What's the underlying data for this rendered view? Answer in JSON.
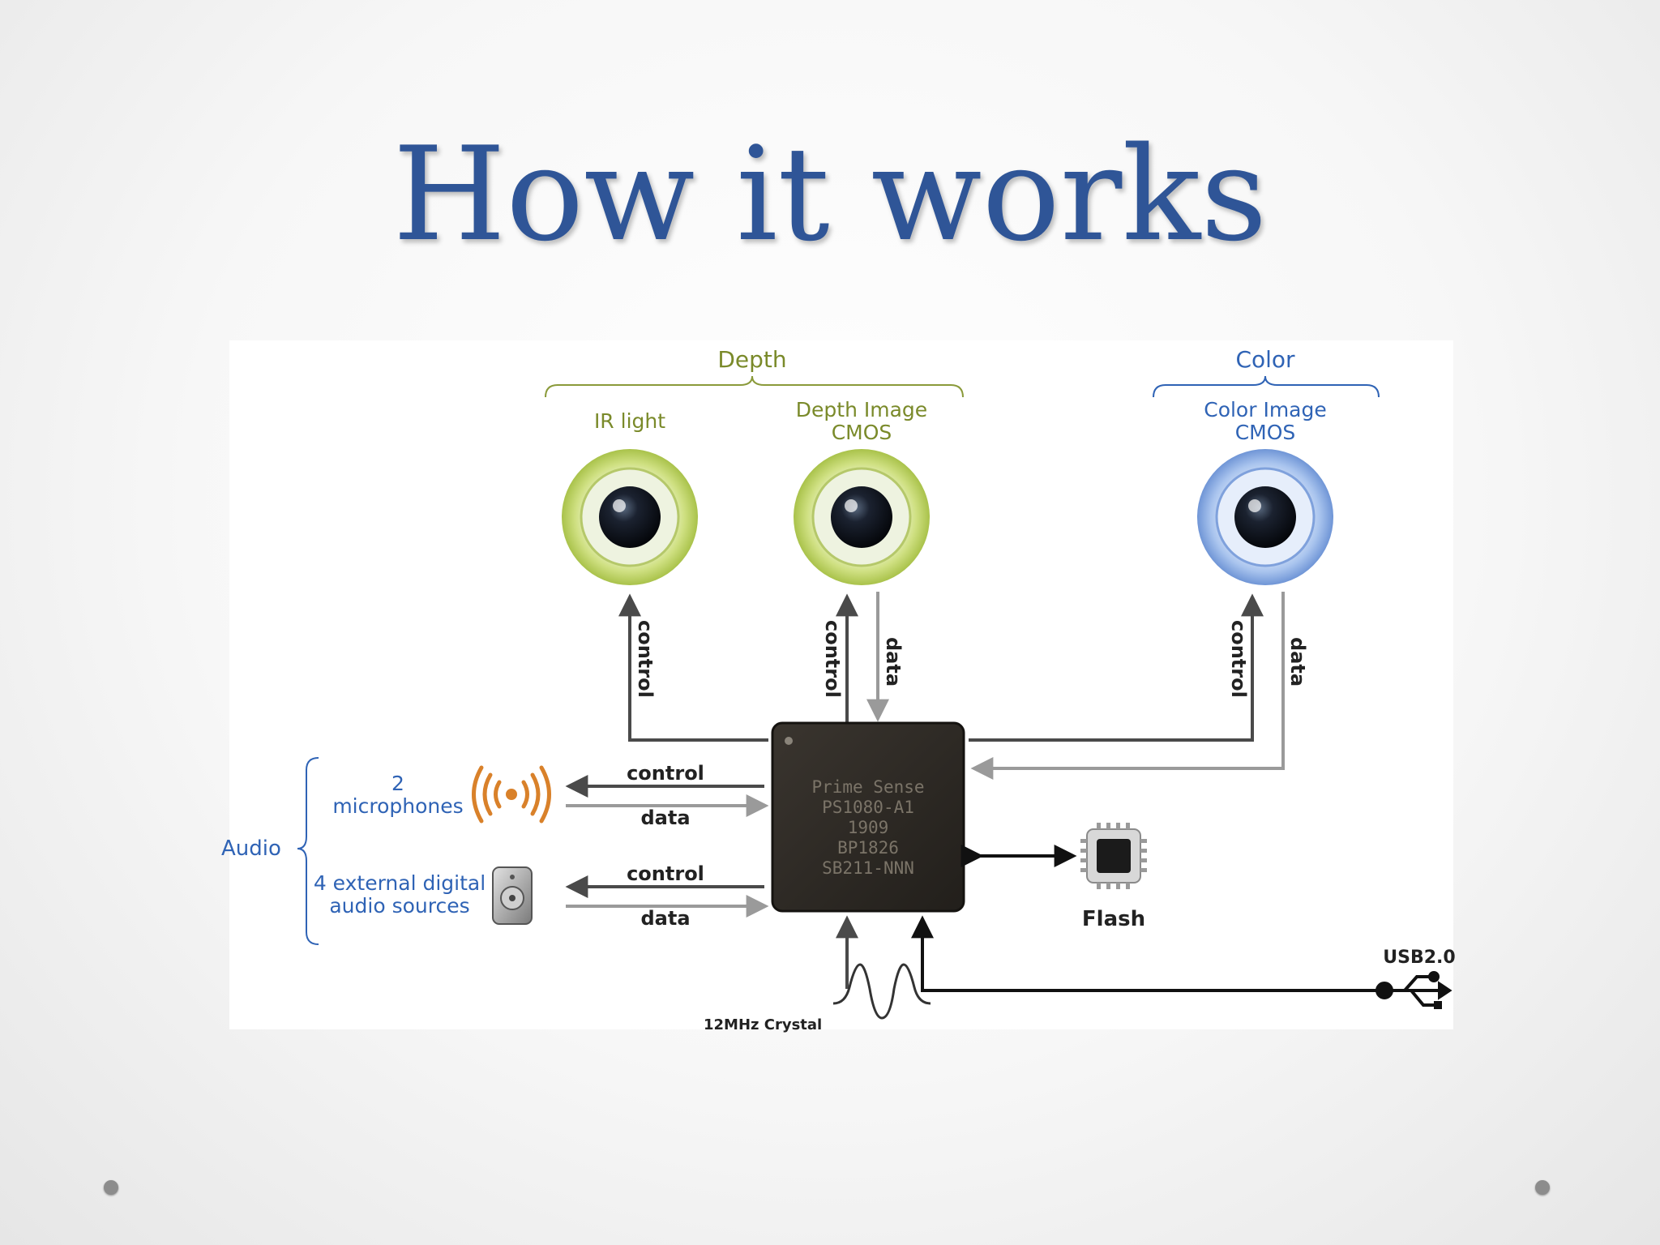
{
  "title": "How it works",
  "groups": {
    "depth": "Depth",
    "color": "Color",
    "audio": "Audio"
  },
  "sensors": {
    "ir_light": "IR light",
    "depth_cmos_line1": "Depth Image",
    "depth_cmos_line2": "CMOS",
    "color_cmos_line1": "Color Image",
    "color_cmos_line2": "CMOS"
  },
  "links": {
    "control": "control",
    "data": "data"
  },
  "chip": {
    "line1": "Prime Sense",
    "line2": "PS1080-A1",
    "line3": "1909",
    "line4": "BP1826",
    "line5": "SB211-NNN"
  },
  "audio_sources": {
    "mic_count": "2",
    "mic_label": "microphones",
    "ext_line1": "4 external digital",
    "ext_line2": "audio sources"
  },
  "peripherals": {
    "flash": "Flash",
    "usb": "USB2.0",
    "crystal": "12MHz Crystal"
  },
  "colors": {
    "title": "#2f5597",
    "depth_ring": "#c9dc7a",
    "color_ring": "#9ebcea",
    "arrow": "#4a4a4a",
    "arrow_light": "#9a9a9a",
    "mic_waves": "#d9812a",
    "chip": "#2e2a25"
  },
  "icons": [
    "ir-lens-icon",
    "depth-lens-icon",
    "color-lens-icon",
    "microphone-icon",
    "speaker-icon",
    "flash-chip-icon",
    "usb-icon",
    "crystal-wave-icon"
  ]
}
